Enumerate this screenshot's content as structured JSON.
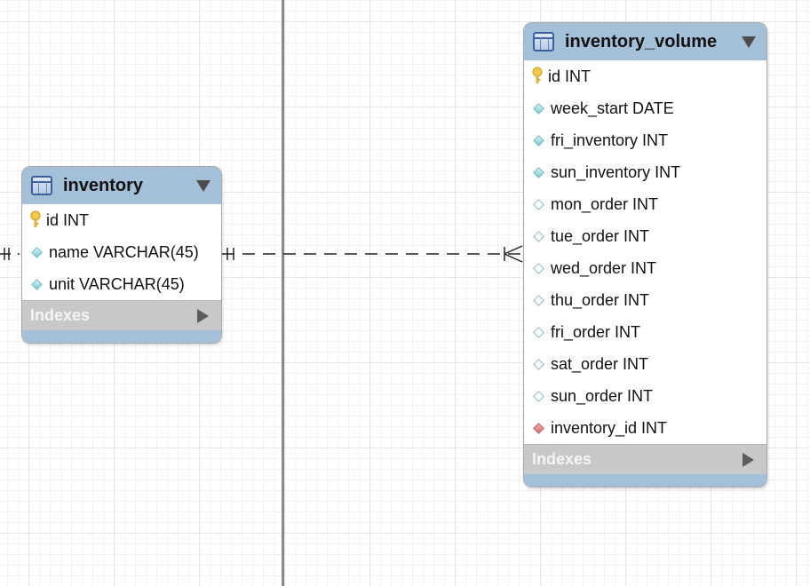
{
  "diagram": {
    "tables": [
      {
        "name": "inventory",
        "columns": [
          {
            "label": "id INT",
            "icon": "primary-key-icon"
          },
          {
            "label": "name VARCHAR(45)",
            "icon": "nonnull-column-icon"
          },
          {
            "label": "unit VARCHAR(45)",
            "icon": "nonnull-column-icon"
          }
        ],
        "indexes_label": "Indexes"
      },
      {
        "name": "inventory_volume",
        "columns": [
          {
            "label": "id INT",
            "icon": "primary-key-icon"
          },
          {
            "label": "week_start DATE",
            "icon": "nonnull-column-icon"
          },
          {
            "label": "fri_inventory INT",
            "icon": "nonnull-column-icon"
          },
          {
            "label": "sun_inventory INT",
            "icon": "nonnull-column-icon"
          },
          {
            "label": "mon_order INT",
            "icon": "nullable-column-icon"
          },
          {
            "label": "tue_order INT",
            "icon": "nullable-column-icon"
          },
          {
            "label": "wed_order INT",
            "icon": "nullable-column-icon"
          },
          {
            "label": "thu_order INT",
            "icon": "nullable-column-icon"
          },
          {
            "label": "fri_order INT",
            "icon": "nullable-column-icon"
          },
          {
            "label": "sat_order INT",
            "icon": "nullable-column-icon"
          },
          {
            "label": "sun_order INT",
            "icon": "nullable-column-icon"
          },
          {
            "label": "inventory_id INT",
            "icon": "foreign-key-icon"
          }
        ],
        "indexes_label": "Indexes"
      }
    ],
    "relationships": [
      {
        "from": "inventory",
        "to": "inventory_volume",
        "cardinality": "one-to-many",
        "style": "dashed"
      }
    ],
    "colors": {
      "header": "#a4bfd8",
      "indexes_bar": "#c8c8c8",
      "primary_key": "#f2c94c",
      "foreign_key": "#d66a6a",
      "column_diamond": "#7cc8cf"
    }
  }
}
